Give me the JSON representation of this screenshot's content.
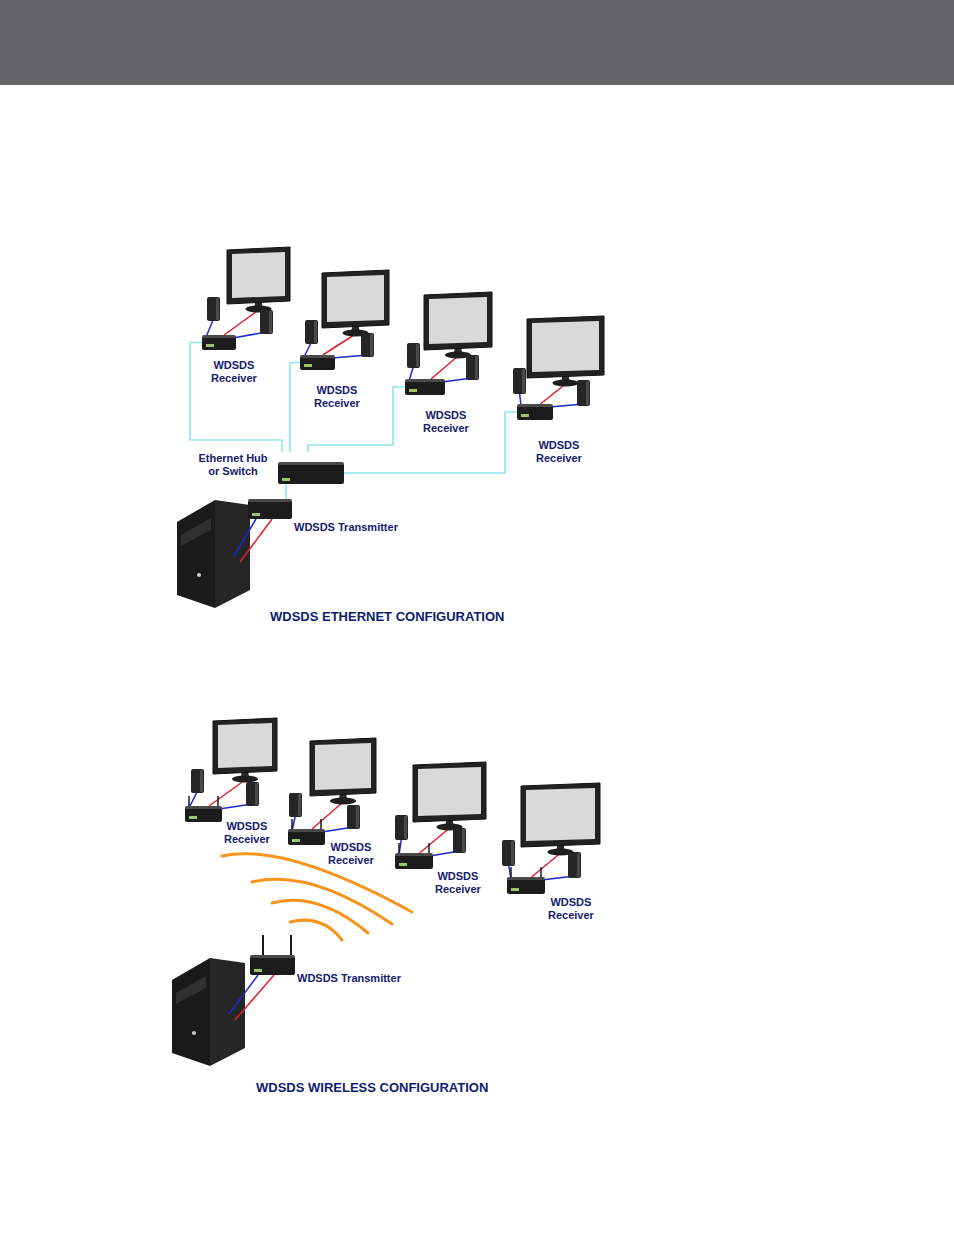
{
  "diagram": {
    "nodes": [
      {
        "text": [
          "WDSDS Receiver"
        ]
      },
      {
        "text": [
          "WDSDS Receiver"
        ]
      },
      {
        "text": [
          "WDSDS Receiver"
        ]
      },
      {
        "text": [
          "WDSDS Receiver"
        ]
      },
      {
        "text": [
          "Ethernet Hub or Switch"
        ]
      },
      {
        "text": [
          "WDSDS Transmitter"
        ]
      },
      {
        "text": [
          "WDSDS Receiver"
        ]
      },
      {
        "text": [
          "WDSDS Receiver"
        ]
      },
      {
        "text": [
          "WDSDS Receiver"
        ]
      },
      {
        "text": [
          "WDSDS Receiver"
        ]
      },
      {
        "text": [
          "WDSDS Transmitter"
        ]
      }
    ],
    "edges": [
      {
        "from": 5,
        "to": 4,
        "arrow": "none"
      },
      {
        "from": 4,
        "to": 0,
        "arrow": "none"
      },
      {
        "from": 4,
        "to": 1,
        "arrow": "none"
      },
      {
        "from": 4,
        "to": 2,
        "arrow": "none"
      },
      {
        "from": 4,
        "to": 3,
        "arrow": "none"
      }
    ],
    "labels": [
      "WDSDS ETHERNET CONFIGURATION",
      "WDSDS WIRELESS CONFIGURATION"
    ]
  }
}
